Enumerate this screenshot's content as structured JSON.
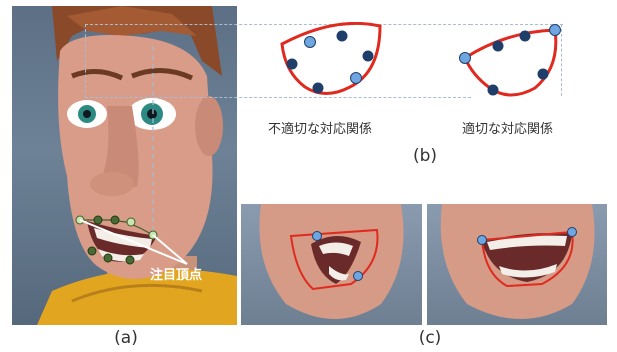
{
  "figure": {
    "label_a": "(a)",
    "label_b": "(b)",
    "label_c": "(c)",
    "callout_text": "注目頂点",
    "bad_correspondence": "不適切な対応関係",
    "good_correspondence": "適切な対応関係"
  },
  "colors": {
    "outline_red": "#e02a1f",
    "vertex_dark": "#1f3f6a",
    "vertex_light": "#6da6e0",
    "vertex_green": "#3f5f2a",
    "vertex_pale_green": "#c9e6b0",
    "dash_blue": "#a8bcd4"
  }
}
